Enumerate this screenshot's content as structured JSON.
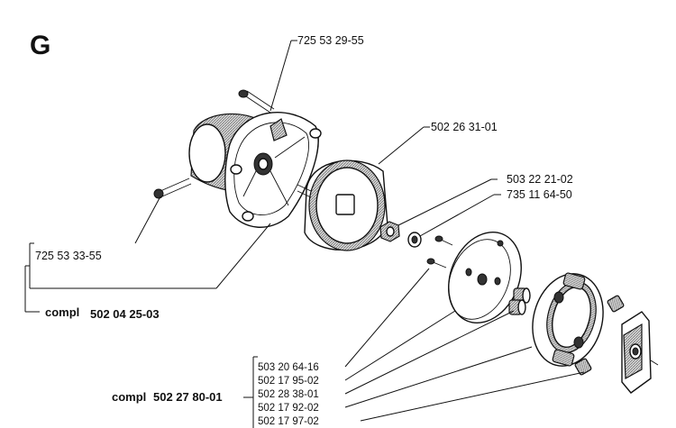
{
  "section_letter": "G",
  "labels": {
    "screw_top": "725 53 29-55",
    "clutch_drum": "502 26 31-01",
    "nut": "503 22 21-02",
    "washer": "735 11 64-50",
    "screw_left": "725 53 33-55",
    "assembly_1_prefix": "compl",
    "assembly_1_number": "502 04 25-03",
    "assembly_2_prefix": "compl",
    "assembly_2_number": "502 27 80-01",
    "list_1": "503 20 64-16",
    "list_2": "502 17 95-02",
    "list_3": "502 28 38-01",
    "list_4": "502 17 92-02",
    "list_5": "502 17 97-02"
  }
}
